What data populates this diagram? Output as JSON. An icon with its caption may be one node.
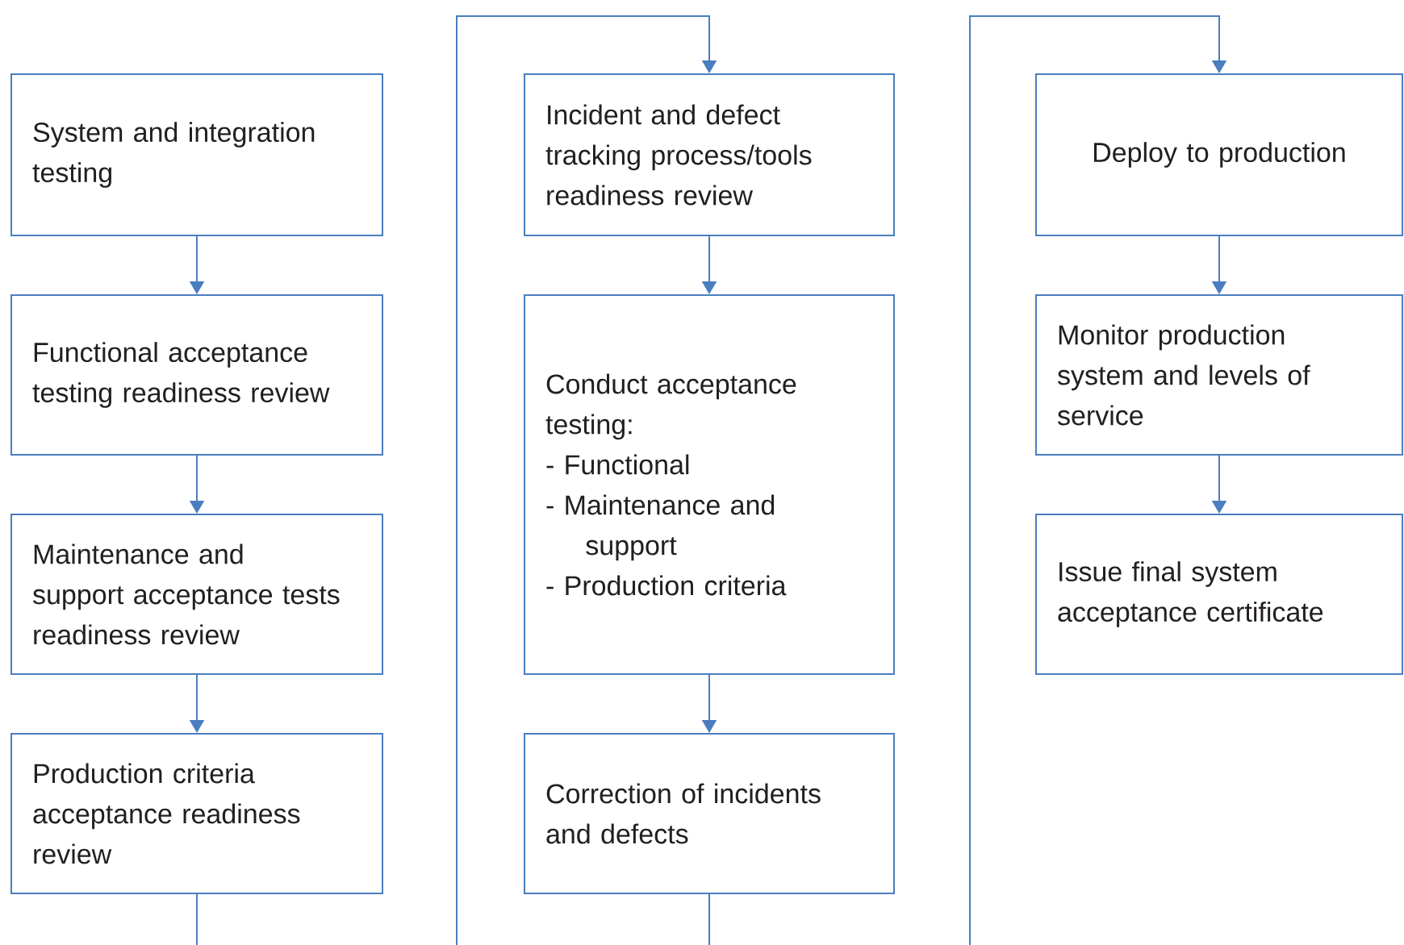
{
  "diagram": {
    "nodes": [
      {
        "text": [
          "System and integration testing"
        ]
      },
      {
        "text": [
          "Functional acceptance testing readiness review"
        ]
      },
      {
        "text": [
          "Maintenance and support acceptance tests readiness review"
        ]
      },
      {
        "text": [
          "Production criteria acceptance readiness review"
        ]
      },
      {
        "text": [
          "Incident and defect tracking process/tools readiness review"
        ]
      },
      {
        "text": [
          "Conduct acceptance testing:",
          "- Functional",
          "- Maintenance and support",
          "- Production criteria"
        ]
      },
      {
        "text": [
          "Correction of incidents and defects"
        ]
      },
      {
        "text": [
          "Deploy to production"
        ]
      },
      {
        "text": [
          "Monitor production system and levels of service"
        ]
      },
      {
        "text": [
          "Issue final system acceptance certificate"
        ]
      }
    ],
    "edges": [
      {
        "from": 0,
        "to": 1,
        "arrow": "to"
      },
      {
        "from": 1,
        "to": 2,
        "arrow": "to"
      },
      {
        "from": 2,
        "to": 3,
        "arrow": "to"
      },
      {
        "from": 3,
        "to": 4,
        "arrow": "to"
      },
      {
        "from": 4,
        "to": 5,
        "arrow": "to"
      },
      {
        "from": 5,
        "to": 6,
        "arrow": "to"
      },
      {
        "from": 6,
        "to": 7,
        "arrow": "to"
      },
      {
        "from": 7,
        "to": 8,
        "arrow": "to"
      },
      {
        "from": 8,
        "to": 9,
        "arrow": "to"
      }
    ]
  }
}
